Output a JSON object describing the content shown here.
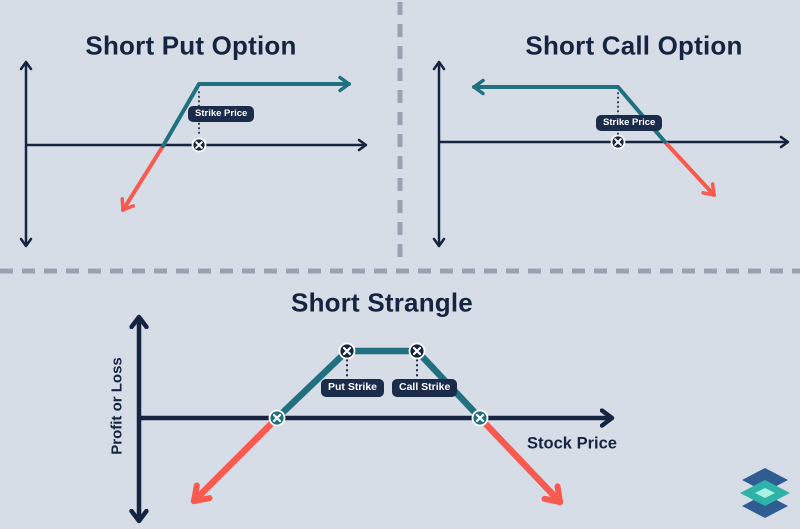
{
  "panels": {
    "short_put": {
      "title": "Short Put Option",
      "strike_badge": "Strike Price"
    },
    "short_call": {
      "title": "Short Call Option",
      "strike_badge": "Strike Price"
    },
    "short_strangle": {
      "title": "Short Strangle",
      "y_axis_label": "Profit or Loss",
      "x_axis_label": "Stock Price",
      "put_strike_badge": "Put Strike",
      "call_strike_badge": "Call Strike"
    }
  },
  "colors": {
    "background": "#d7dde6",
    "axis_navy": "#152440",
    "payoff_teal": "#20707f",
    "loss_red": "#f85a50",
    "divider_gray": "#98a2b3",
    "badge_navy": "#1b2b4a",
    "logo_blue": "#2f5d92",
    "logo_teal": "#2fb3a9",
    "logo_mint": "#a9f2e6"
  },
  "icons": {
    "strike_marker": "circle-x-marker",
    "logo": "stacked-layers-diamond-logo"
  }
}
